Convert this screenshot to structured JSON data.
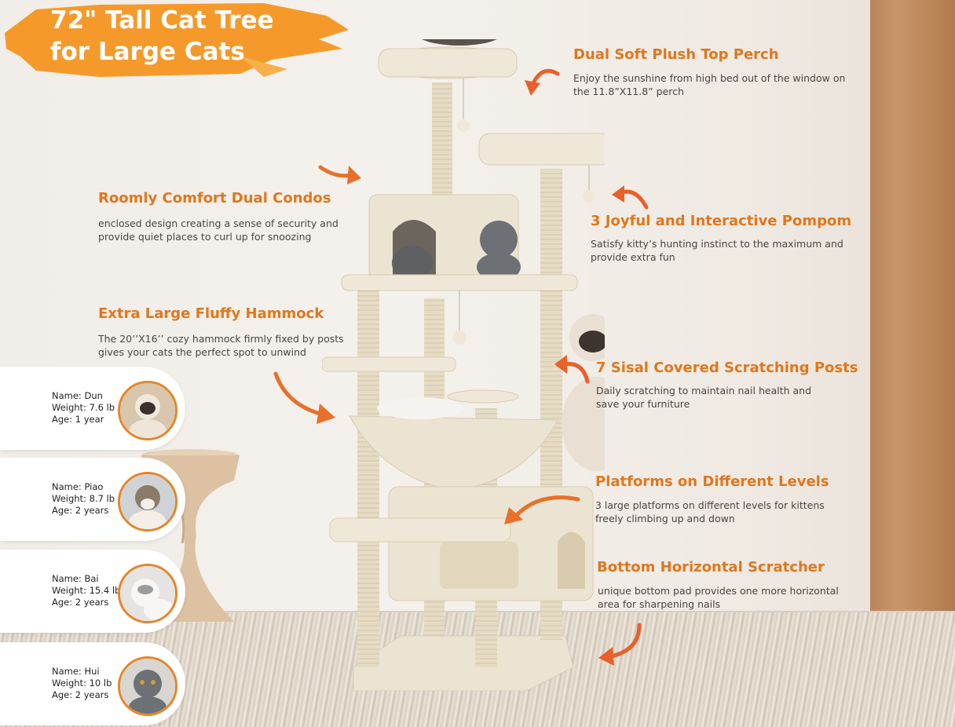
{
  "banner": {
    "title_line1": "72\" Tall Cat Tree",
    "title_line2": "for Large Cats"
  },
  "features": [
    {
      "heading": "Dual Soft Plush Top Perch",
      "description": "Enjoy the sunshine from high bed out of the window on the 11.8”X11.8” perch"
    },
    {
      "heading": "Roomly Comfort Dual Condos",
      "description": "enclosed design creating a sense of security and provide quiet places to curl up for snoozing"
    },
    {
      "heading": "3 Joyful and Interactive Pompom",
      "description": "Satisfy kitty’s hunting instinct to the maximum and provide extra fun"
    },
    {
      "heading": "Extra Large Fluffy Hammock",
      "description": "The 20’’X16’’ cozy hammock firmly fixed by posts gives your cats the perfect spot to unwind"
    },
    {
      "heading": "7 Sisal Covered Scratching Posts",
      "description": "Daily scratching to maintain nail health and save your furniture"
    },
    {
      "heading": "Platforms on Different Levels",
      "description": "3 large platforms on different levels for kittens freely climbing up and down"
    },
    {
      "heading": "Bottom Horizontal Scratcher",
      "description": "unique bottom pad provides one more horizontal area for sharpening nails"
    }
  ],
  "cats": [
    {
      "name": "Name: Dun",
      "weight": "Weight: 7.6 lb",
      "age": "Age: 1 year"
    },
    {
      "name": "Name: Piao",
      "weight": "Weight: 8.7 lb",
      "age": "Age: 2 years"
    },
    {
      "name": "Name: Bai",
      "weight": "Weight: 15.4 lb",
      "age": "Age: 2 years"
    },
    {
      "name": "Name: Hui",
      "weight": "Weight: 10 lb",
      "age": "Age: 2 years"
    }
  ],
  "colors": {
    "accent": "#e0771d",
    "banner": "#f59a2a",
    "text": "#4a4540",
    "plush": "#ece4d2",
    "sisal": "#e6dcc5"
  }
}
